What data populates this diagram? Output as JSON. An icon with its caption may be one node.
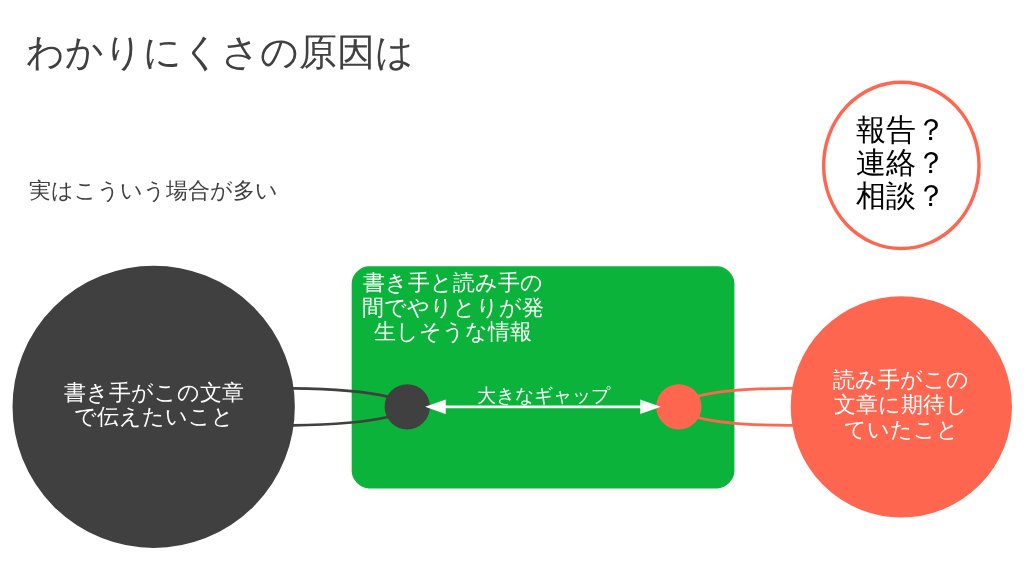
{
  "diagram": {
    "title": "わかりにくさの原因は",
    "nodes": [
      {
        "text": [
          "書き手と読み手の間でやりとりが発生しそうな情報"
        ]
      },
      {
        "text": [
          "報告？",
          "連絡？",
          "相談？"
        ]
      },
      {
        "text": [
          "書き手がこの文章で伝えたいこと"
        ]
      },
      {
        "text": [],
        "shape": "circle",
        "in": 0
      },
      {
        "text": [],
        "shape": "circle",
        "in": 0
      },
      {
        "text": [
          "読み手がこの文章に期待していたこと"
        ]
      }
    ],
    "edges": [
      {
        "from": 2,
        "to": 3,
        "arrow": "none",
        "color": "#404040"
      },
      {
        "from": 2,
        "to": 3,
        "arrow": "none",
        "color": "#404040"
      },
      {
        "from": 3,
        "to": 4,
        "arrow": "both",
        "label": "大きなギャップ",
        "color": "#ffffff"
      },
      {
        "from": 4,
        "to": 5,
        "arrow": "none",
        "color": "#ff6650"
      },
      {
        "from": 4,
        "to": 5,
        "arrow": "none",
        "color": "#ff6650"
      }
    ],
    "labels": [
      "実はこういう場合が多い"
    ]
  }
}
